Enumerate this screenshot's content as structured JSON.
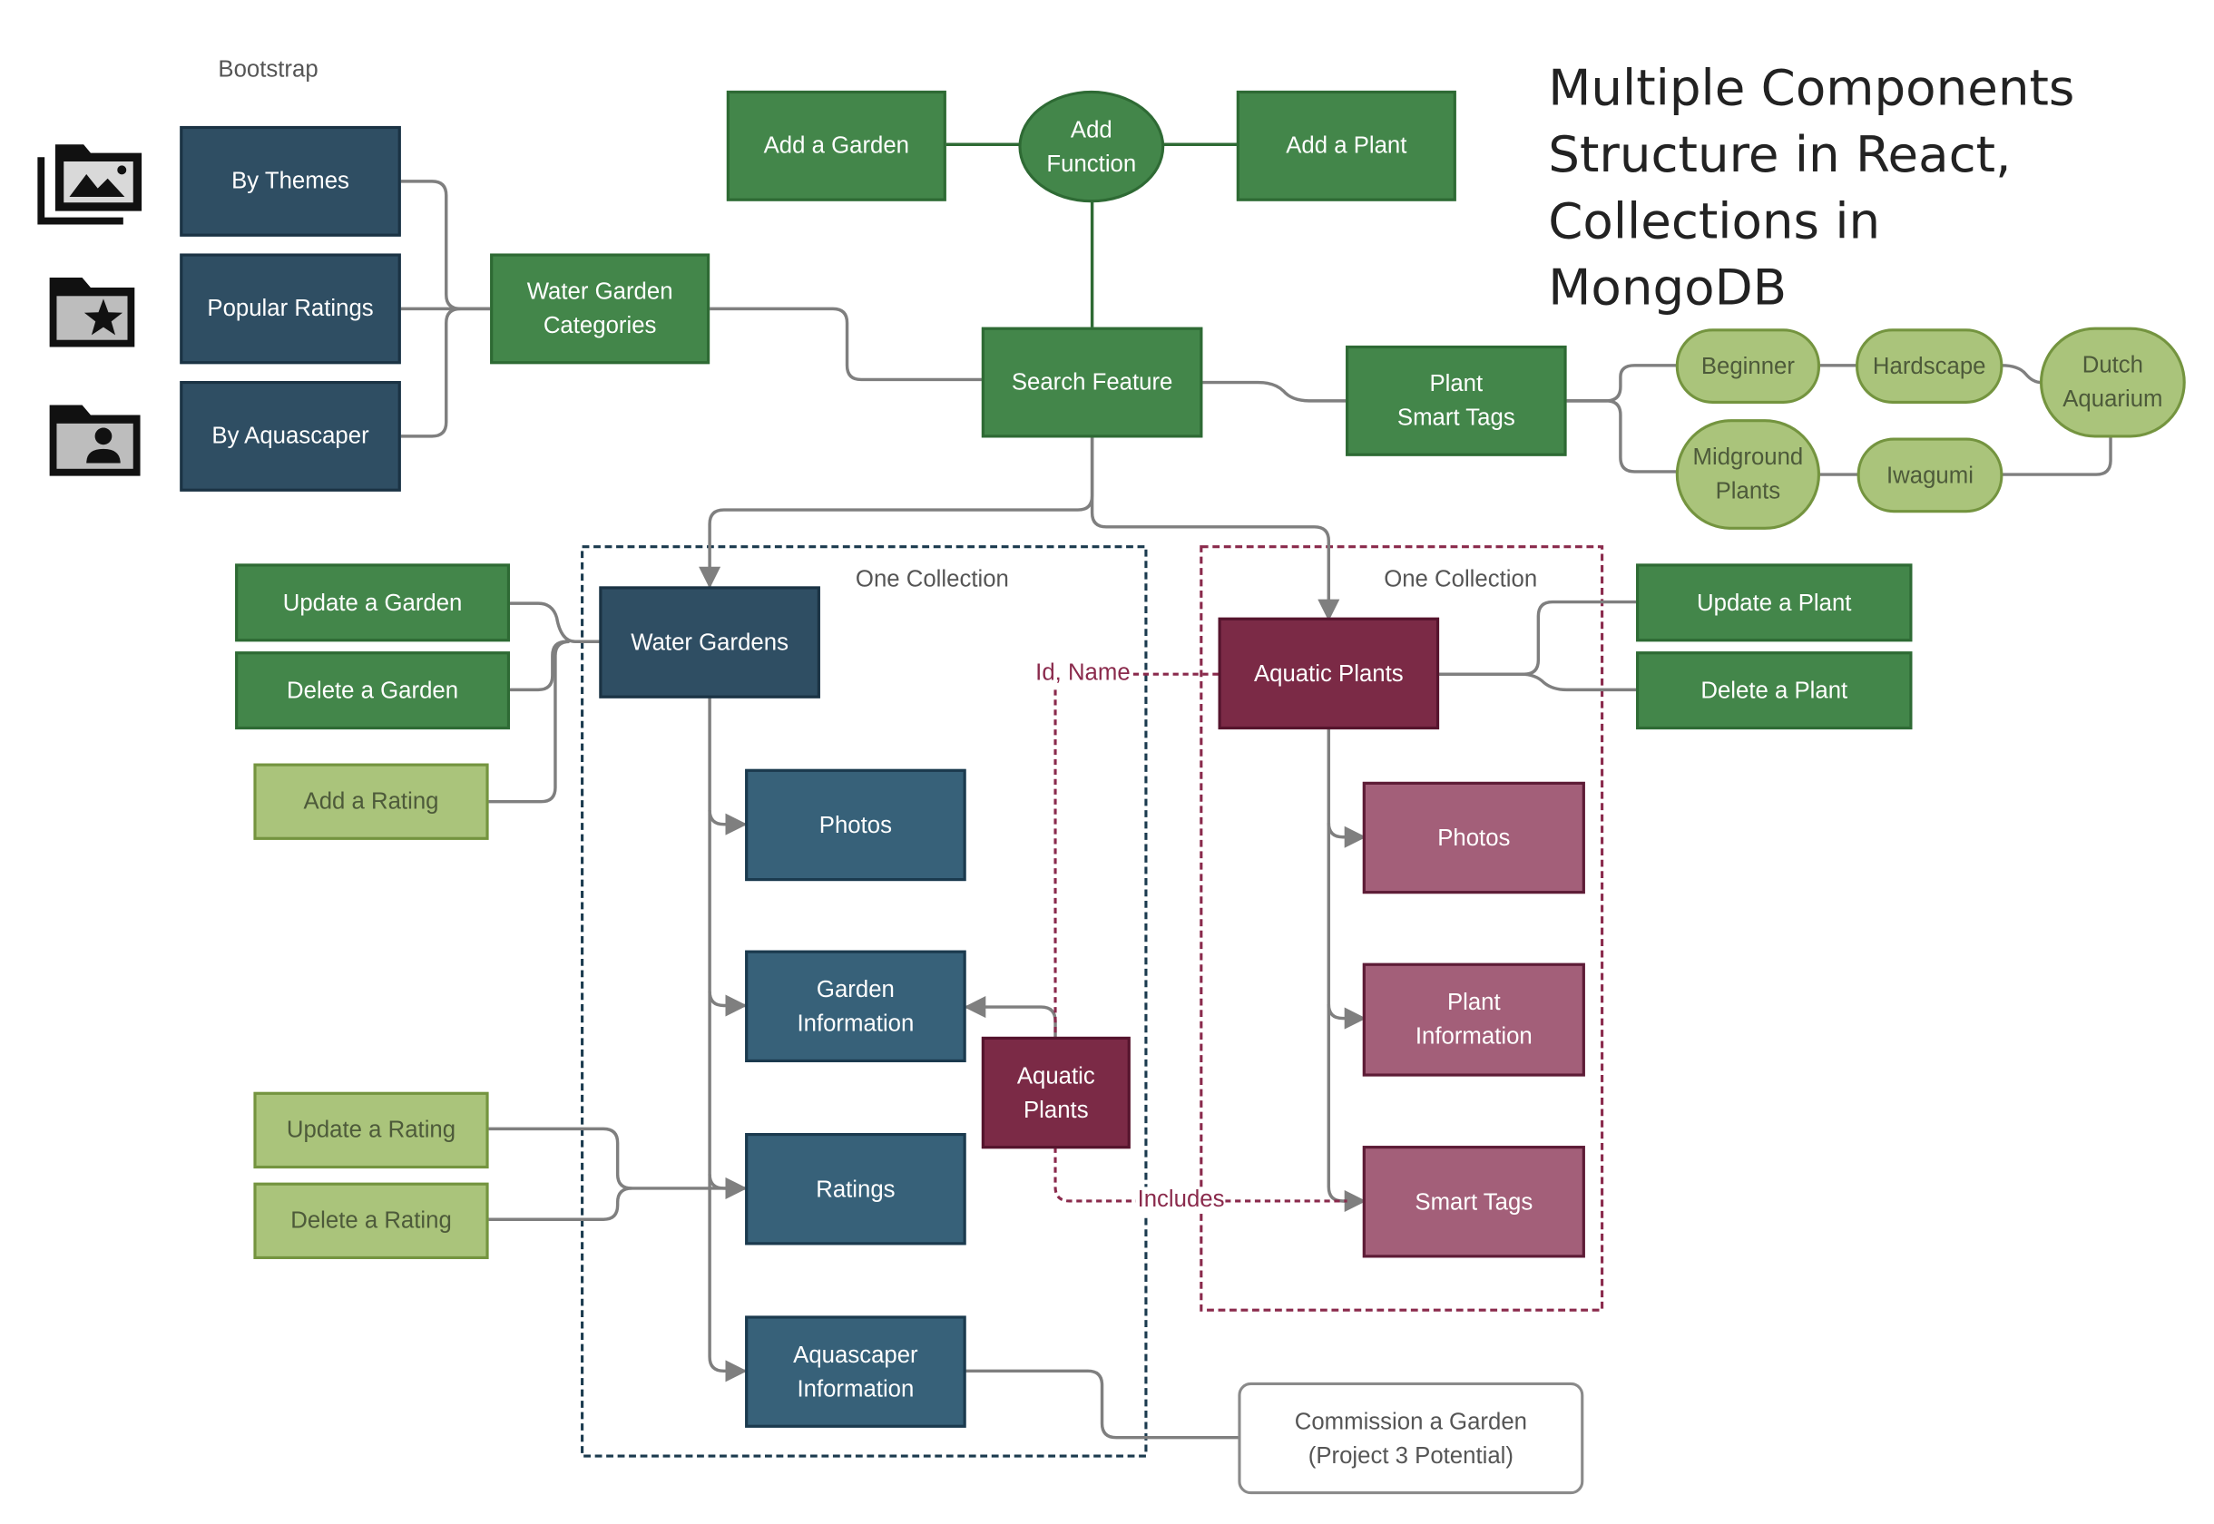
{
  "title": "Multiple Components\nStructure in React,\nCollections in\nMongoDB",
  "labels": {
    "bootstrap": "Bootstrap",
    "one_collection_left": "One Collection",
    "one_collection_right": "One Collection"
  },
  "edge_labels": {
    "id_name": "Id, Name",
    "includes": "Includes"
  },
  "icons": [
    "photo-library-icon",
    "star-folder-icon",
    "user-folder-icon"
  ],
  "nodes": {
    "by_themes": "By Themes",
    "popular_ratings": "Popular Ratings",
    "by_aquascaper": "By Aquascaper",
    "water_garden_categories": "Water Garden\nCategories",
    "add_a_garden": "Add a Garden",
    "add_function": "Add\nFunction",
    "add_a_plant": "Add a Plant",
    "search_feature": "Search Feature",
    "plant_smart_tags": "Plant\nSmart Tags",
    "beginner": "Beginner",
    "hardscape": "Hardscape",
    "dutch_aquarium": "Dutch\nAquarium",
    "midground_plants": "Midground\nPlants",
    "iwagumi": "Iwagumi",
    "update_a_garden": "Update a Garden",
    "delete_a_garden": "Delete a Garden",
    "add_a_rating": "Add a Rating",
    "water_gardens": "Water Gardens",
    "garden_photos": "Photos",
    "garden_information": "Garden\nInformation",
    "ratings": "Ratings",
    "aquascaper_information": "Aquascaper\nInformation",
    "aquatic_plants_ref": "Aquatic\nPlants",
    "update_a_rating": "Update a Rating",
    "delete_a_rating": "Delete a Rating",
    "aquatic_plants": "Aquatic Plants",
    "plant_photos": "Photos",
    "plant_information": "Plant\nInformation",
    "smart_tags": "Smart Tags",
    "update_a_plant": "Update a Plant",
    "delete_a_plant": "Delete a Plant",
    "commission_a_garden": "Commission a Garden\n(Project 3 Potential)"
  },
  "colors": {
    "green": "#43864a",
    "navy": "#2f4e63",
    "blue": "#376179",
    "maroon": "#7b2a46",
    "pink": "#a35f79",
    "lime": "#aac47b",
    "connector": "#7f7f7f",
    "collection_border_left": "#1b3a4e",
    "collection_border_right": "#8a2a4c"
  }
}
